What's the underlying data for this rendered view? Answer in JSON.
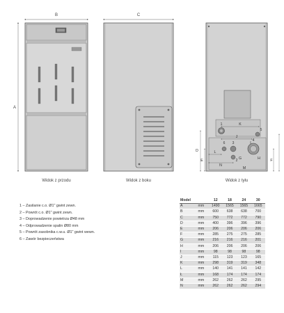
{
  "dimension_letters": {
    "a": "A",
    "b": "B",
    "c": "C",
    "d": "D",
    "e": "E",
    "f": "F",
    "g": "G",
    "h": "H",
    "i": "I",
    "j": "J",
    "k": "K",
    "l": "L",
    "m": "M",
    "n": "N"
  },
  "callouts": [
    "1",
    "2",
    "3",
    "4",
    "5",
    "6"
  ],
  "captions": {
    "front": "Widok z przodu",
    "side": "Widok z boku",
    "rear": "Widok z tyłu"
  },
  "legend": [
    "1 – Zasilanie c.o. Ø1\" gwint zewn.",
    "2 – Powrót c.o. Ø1\" gwint zewn.",
    "3 – Doprowadzenie powietrza Ø48 mm",
    "4 – Odprowadzenie spalin Ø80 mm",
    "5 – Powrót zasobnika c.w.u. Ø1\" gwint wewn.",
    "6 – Zawór bezpieczeństwa"
  ],
  "table": {
    "headers": [
      "Model",
      "",
      "12",
      "18",
      "24",
      "30"
    ],
    "rows": [
      [
        "A",
        "mm",
        "1490",
        "1565",
        "1565",
        "1665"
      ],
      [
        "B",
        "mm",
        "600",
        "638",
        "638",
        "700"
      ],
      [
        "C",
        "mm",
        "750",
        "772",
        "772",
        "790"
      ],
      [
        "D",
        "mm",
        "400",
        "396",
        "396",
        "396"
      ],
      [
        "E",
        "mm",
        "206",
        "206",
        "206",
        "206"
      ],
      [
        "F",
        "mm",
        "285",
        "275",
        "275",
        "285"
      ],
      [
        "G",
        "mm",
        "216",
        "216",
        "216",
        "201"
      ],
      [
        "H",
        "mm",
        "206",
        "206",
        "206",
        "206"
      ],
      [
        "I",
        "mm",
        "98",
        "98",
        "98",
        "98"
      ],
      [
        "J",
        "mm",
        "115",
        "123",
        "123",
        "165"
      ],
      [
        "K",
        "mm",
        "298",
        "319",
        "319",
        "348"
      ],
      [
        "L",
        "mm",
        "140",
        "141",
        "141",
        "142"
      ],
      [
        "Ł",
        "mm",
        "168",
        "174",
        "174",
        "174"
      ],
      [
        "M",
        "mm",
        "262",
        "262",
        "262",
        "295"
      ],
      [
        "N",
        "mm",
        "262",
        "262",
        "262",
        "294"
      ]
    ]
  },
  "colors": {
    "panel": "#d3d3d3",
    "line": "#555555",
    "dark_panel": "#9a9a9a"
  }
}
